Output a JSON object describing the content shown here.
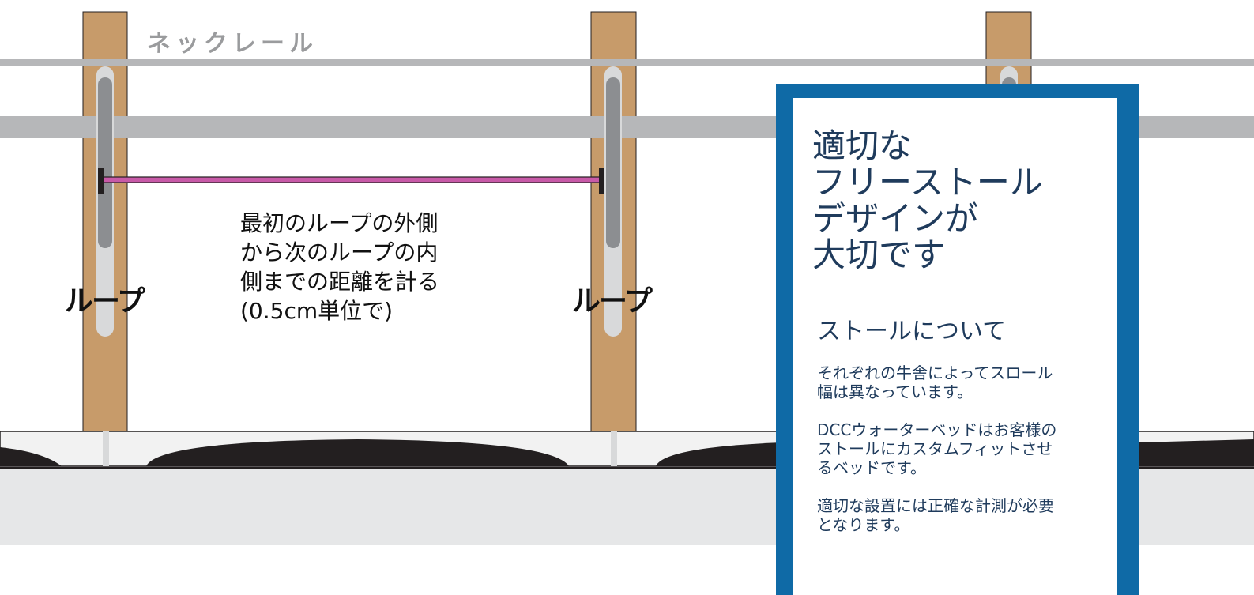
{
  "labels": {
    "neck_rail": "ネックレール",
    "loop_left": "ループ",
    "loop_right": "ループ"
  },
  "measure_text": {
    "lines": [
      "最初のループの外側",
      "から次のループの内",
      "側までの距離を計る",
      "(0.5cm単位で)"
    ]
  },
  "info_card": {
    "heading_lines": [
      "適切な",
      "フリーストール",
      "デザインが",
      "大切です"
    ],
    "subheading": "ストールについて",
    "paragraphs": [
      [
        "それぞれの牛舎によってスロール",
        "幅は異なっています。"
      ],
      [
        "DCCウォーターベッドはお客様の",
        "ストールにカスタムフィットさせ",
        "るベッドです。"
      ],
      [
        "適切な設置には正確な計測が必要",
        "となります。"
      ]
    ]
  },
  "colors": {
    "post": "#c79b6a",
    "rail": "#b6b7b9",
    "loop": "#8c8e91",
    "loop_light": "#d8d9da",
    "measure_line": "#c85aa8",
    "bed": "#231f20",
    "floor": "#e6e7e8",
    "card_border": "#0f6aa6",
    "card_text": "#1f3b5c"
  }
}
